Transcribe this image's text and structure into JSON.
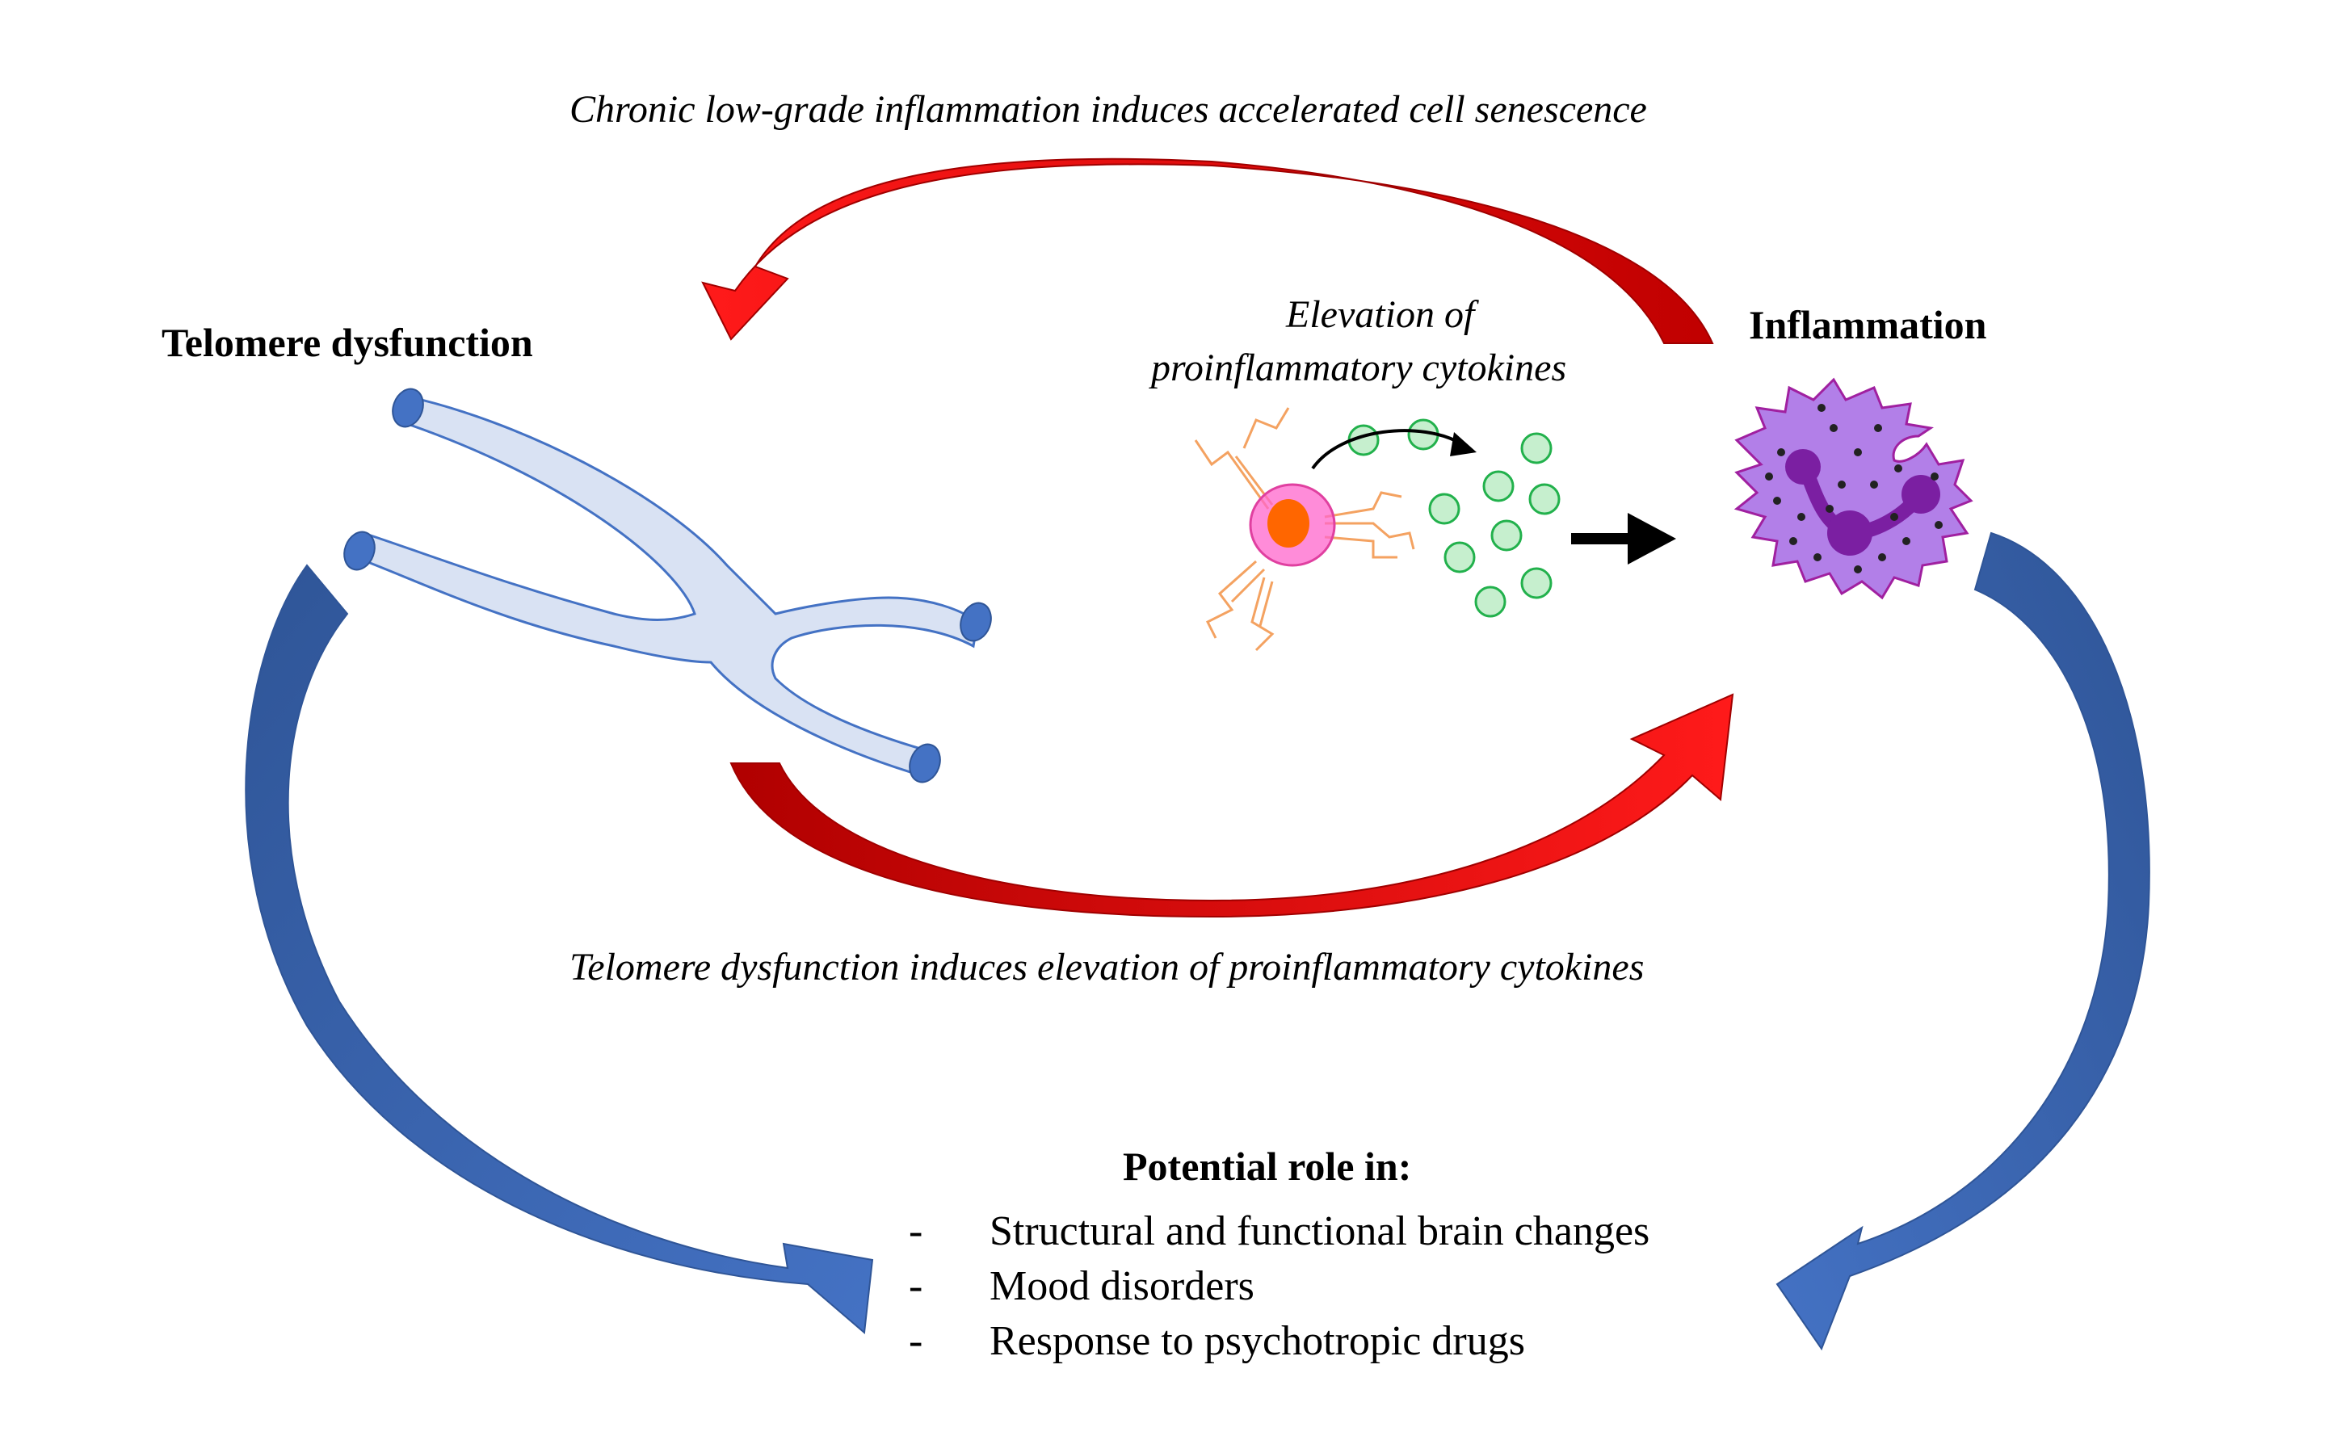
{
  "top_caption": "Chronic low-grade inflammation induces accelerated cell senescence",
  "bottom_caption": "Telomere dysfunction induces elevation of proinflammatory cytokines",
  "left_label": "Telomere dysfunction",
  "right_label": "Inflammation",
  "cytokine_label_line1": "Elevation of",
  "cytokine_label_line2": "proinflammatory cytokines",
  "role": {
    "heading": "Potential role in:",
    "items": [
      {
        "bullet": "-",
        "text": "Structural and functional brain changes"
      },
      {
        "bullet": "-",
        "text": "Mood disorders"
      },
      {
        "bullet": "-",
        "text": "Response to psychotropic drugs"
      }
    ]
  },
  "colors": {
    "red_arrow": "#e00000",
    "blue_arrow": "#4472c4",
    "telomere_fill": "#d9e2f3",
    "telomere_stroke": "#4472c4",
    "cytokine_green": "#c6efce",
    "neutrophil_purple": "#b27fe8",
    "nucleus_purple": "#7b1fa2",
    "cell_pink": "#ff66cc",
    "cell_nucleus": "#ff6600",
    "receptor_orange": "#f4a261"
  }
}
